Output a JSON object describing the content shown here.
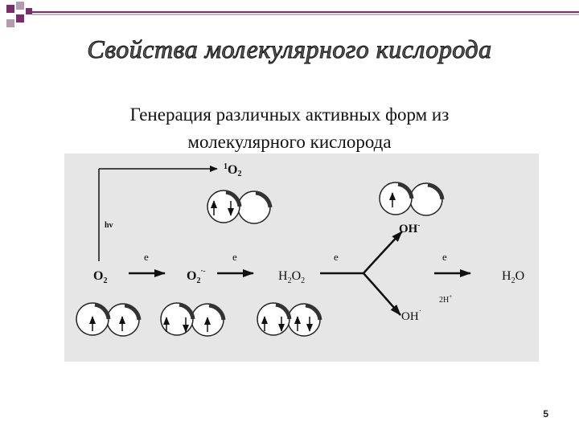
{
  "slide": {
    "title": "Свойства молекулярного кислорода",
    "subtitle_line1": "Генерация различных активных форм из",
    "subtitle_line2": "молекулярного кислорода",
    "page_number": "5"
  },
  "colors": {
    "accent_purple": "#7b2d6b",
    "accent_light": "#b89ab0",
    "title_fill": "#5a5a5a",
    "panel_bg": "#e6e6e6"
  },
  "diagram": {
    "singlet_oxygen": {
      "sup": "1",
      "main": "O",
      "sub": "2"
    },
    "hv": "hv",
    "o2": {
      "main": "O",
      "sub": "2"
    },
    "superoxide": {
      "main": "O",
      "sub": "2",
      "sup": "·-"
    },
    "h2o2": {
      "p1": "H",
      "s1": "2",
      "p2": "O",
      "s2": "2"
    },
    "oh_anion": {
      "main": "OH",
      "sup": "-"
    },
    "oh_radical": {
      "main": "OH",
      "sup": "·"
    },
    "two_h_plus": {
      "main": "2H",
      "sup": "+"
    },
    "water": {
      "p1": "H",
      "s1": "2",
      "p2": "O"
    },
    "electron_labels": [
      "e",
      "e",
      "e",
      "e"
    ]
  }
}
